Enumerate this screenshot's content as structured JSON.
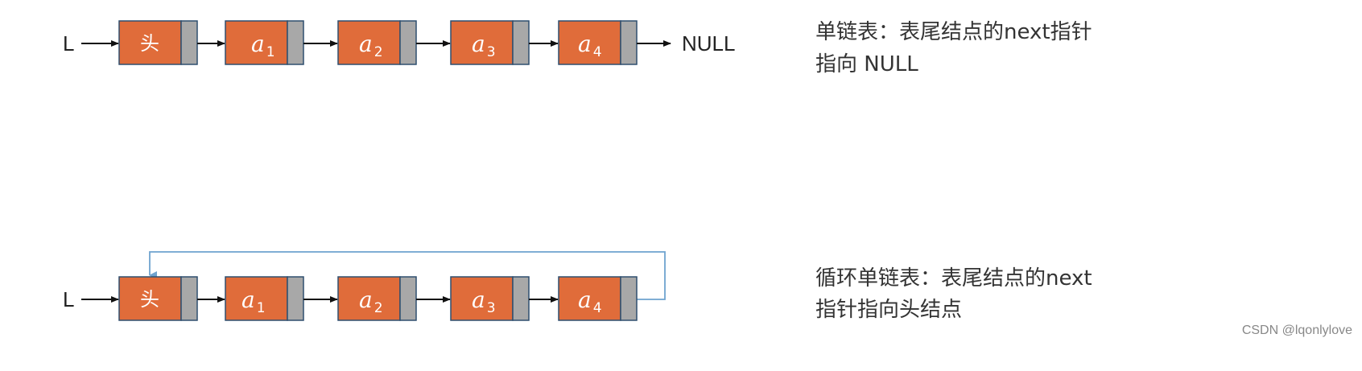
{
  "colors": {
    "node_fill": "#e06c3a",
    "node_border": "#2f4f6f",
    "pointer_fill": "#a8a8a8",
    "arrow": "#111111",
    "loop_arrow": "#6fa3cf",
    "text": "#333333"
  },
  "singly": {
    "start_label": "L",
    "head_label": "头",
    "nodes": [
      {
        "var": "a",
        "sub": "1"
      },
      {
        "var": "a",
        "sub": "2"
      },
      {
        "var": "a",
        "sub": "3"
      },
      {
        "var": "a",
        "sub": "4"
      }
    ],
    "end_label": "NULL",
    "caption_lines": [
      "单链表：表尾结点的next指针",
      "指向 NULL"
    ]
  },
  "circular": {
    "start_label": "L",
    "head_label": "头",
    "nodes": [
      {
        "var": "a",
        "sub": "1"
      },
      {
        "var": "a",
        "sub": "2"
      },
      {
        "var": "a",
        "sub": "3"
      },
      {
        "var": "a",
        "sub": "4"
      }
    ],
    "caption_lines": [
      "循环单链表：表尾结点的next",
      "指针指向头结点"
    ]
  },
  "watermark": "CSDN @lqonlylove"
}
